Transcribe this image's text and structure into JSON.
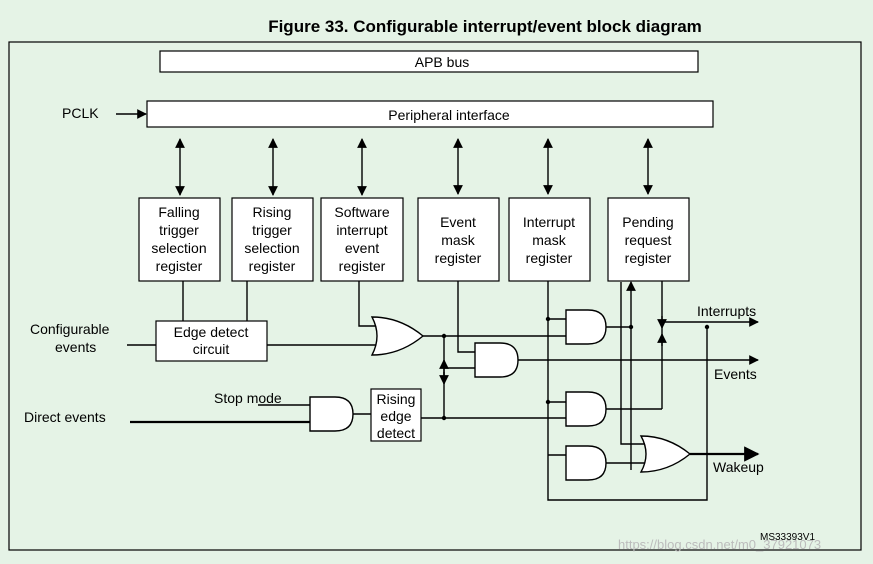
{
  "title": "Figure 33. Configurable interrupt/event block diagram",
  "blocks": {
    "apb_bus": "APB bus",
    "peripheral_interface": "Peripheral interface",
    "falling": [
      "Falling",
      "trigger",
      "selection",
      "register"
    ],
    "rising": [
      "Rising",
      "trigger",
      "selection",
      "register"
    ],
    "software": [
      "Software",
      "interrupt",
      "event",
      "register"
    ],
    "event_mask": [
      "Event",
      "mask",
      "register"
    ],
    "interrupt_mask": [
      "Interrupt",
      "mask",
      "register"
    ],
    "pending": [
      "Pending",
      "request",
      "register"
    ],
    "edge_detect": [
      "Edge detect",
      "circuit"
    ],
    "rising_edge": [
      "Rising",
      "edge",
      "detect"
    ]
  },
  "labels": {
    "pclk": "PCLK",
    "configurable_events": [
      "Configurable",
      "events"
    ],
    "direct_events": "Direct events",
    "stop_mode": "Stop mode",
    "interrupts": "Interrupts",
    "events": "Events",
    "wakeup": "Wakeup",
    "figure_id": "MS33393V1"
  },
  "watermark": "https://blog.csdn.net/m0_37921073"
}
